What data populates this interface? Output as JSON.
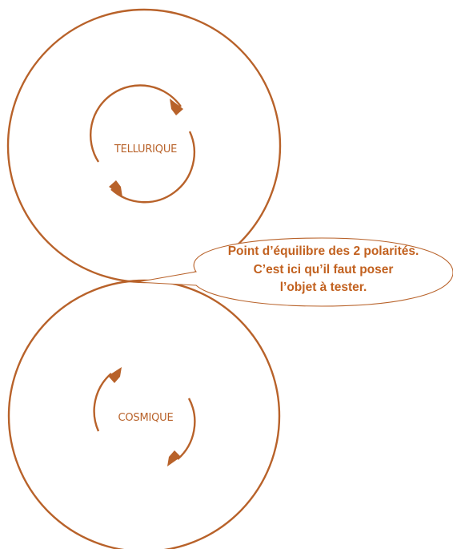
{
  "top_circle": {
    "label": "TELLURIQUE"
  },
  "bottom_circle": {
    "label": "COSMIQUE"
  },
  "callout": {
    "line1": "Point d’équilibre des 2 polarités.",
    "line2": "C’est ici qu’il faut poser",
    "line3": "l’objet à tester."
  },
  "colors": {
    "stroke": "#b8622a",
    "callout_text": "#c2611f"
  }
}
